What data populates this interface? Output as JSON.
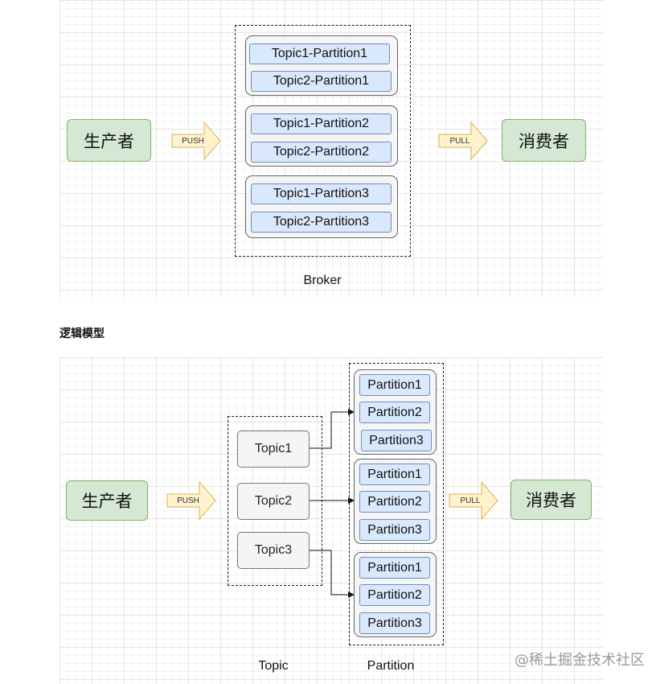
{
  "physical": {
    "producer": "生产者",
    "consumer": "消费者",
    "push": "PUSH",
    "pull": "PULL",
    "broker_label": "Broker",
    "groups": [
      [
        "Topic1-Partition1",
        "Topic2-Partition1"
      ],
      [
        "Topic1-Partition2",
        "Topic2-Partition2"
      ],
      [
        "Topic1-Partition3",
        "Topic2-Partition3"
      ]
    ]
  },
  "logical": {
    "heading": "逻辑模型",
    "producer": "生产者",
    "consumer": "消费者",
    "push": "PUSH",
    "pull": "PULL",
    "topics": [
      "Topic1",
      "Topic2",
      "Topic3"
    ],
    "partition_groups": [
      [
        "Partition1",
        "Partition2",
        "Partition3"
      ],
      [
        "Partition1",
        "Partition2",
        "Partition3"
      ],
      [
        "Partition1",
        "Partition2",
        "Partition3"
      ]
    ],
    "topic_label": "Topic",
    "partition_label": "Partition"
  },
  "watermark": "@稀土掘金技术社区",
  "colors": {
    "green_fill": "#d5e8d4",
    "green_border": "#82b366",
    "blue_fill": "#dae8fc",
    "blue_border": "#6c8ebf",
    "arrow_fill": "#fff2cc",
    "arrow_border": "#d6b656"
  }
}
